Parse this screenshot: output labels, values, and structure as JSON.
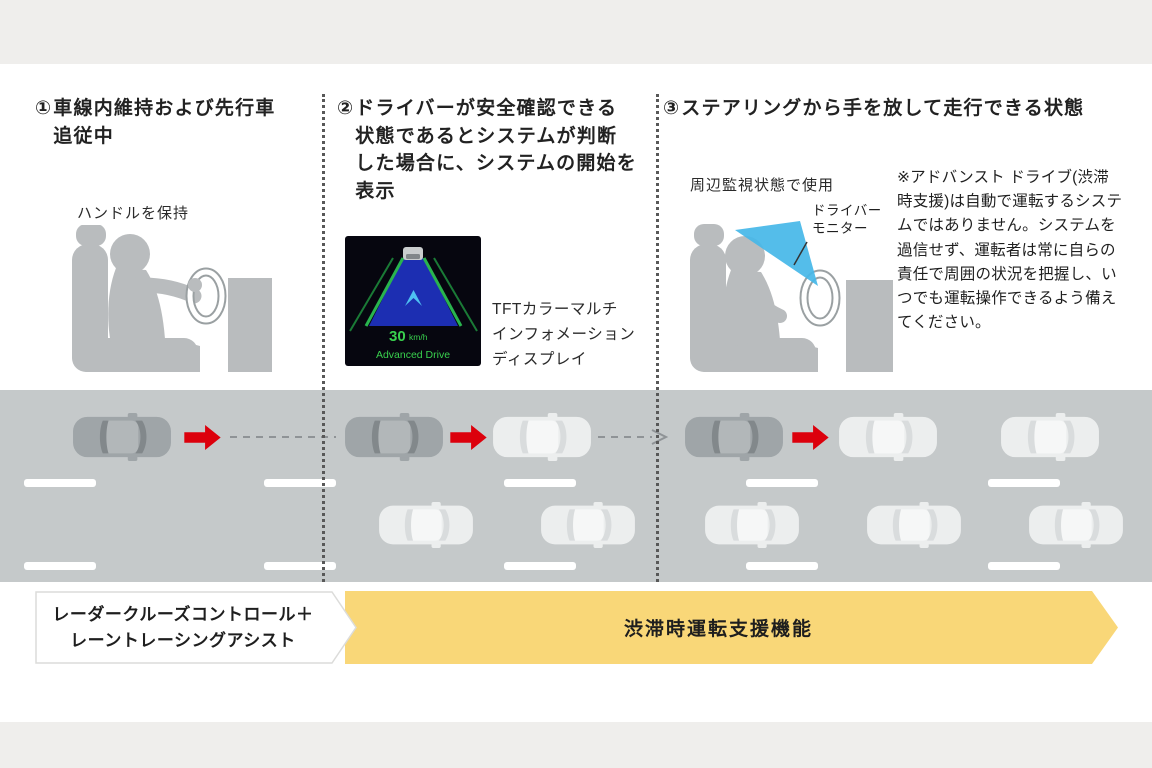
{
  "colors": {
    "page_bg": "#efeeec",
    "panel_bg": "#ffffff",
    "road_gray": "#c5c9ca",
    "arrow_red": "#dc000c",
    "banner_yellow": "#f9d778",
    "monitor_blue": "#45b7e8",
    "display_green": "#39d14e",
    "silhouette_gray": "#b9bcbe"
  },
  "sections": {
    "s1": {
      "number": "①",
      "heading": "車線内維持および先行車\n追従中",
      "label": "ハンドルを保持"
    },
    "s2": {
      "number": "②",
      "heading": "ドライバーが安全確認できる\n状態であるとシステムが判断\nした場合に、システムの開始を\n表示",
      "display": {
        "speed": "30",
        "unit": "km/h",
        "mode": "Advanced Drive"
      },
      "display_label": "TFTカラーマルチ\nインフォメーション\nディスプレイ"
    },
    "s3": {
      "number": "③",
      "heading": "ステアリングから手を放して走行できる状態",
      "label": "周辺監視状態で使用",
      "monitor_label": "ドライバー\nモニター",
      "note": "※アドバンスト ドライブ(渋滞時支援)は自動で運転するシステムではありません。システムを過信せず、運転者は常に自らの責任で周囲の状況を把握し、いつでも運転操作できるよう備えてください。"
    }
  },
  "banners": {
    "left": "レーダークルーズコントロール＋\nレーントレーシングアシスト",
    "right": "渋滞時運転支援機能"
  },
  "icons": {
    "forward_arrow": "red-arrow-right",
    "driver_monitor_cone": "blue-triangle",
    "lead_vehicle": "car-top-view"
  }
}
